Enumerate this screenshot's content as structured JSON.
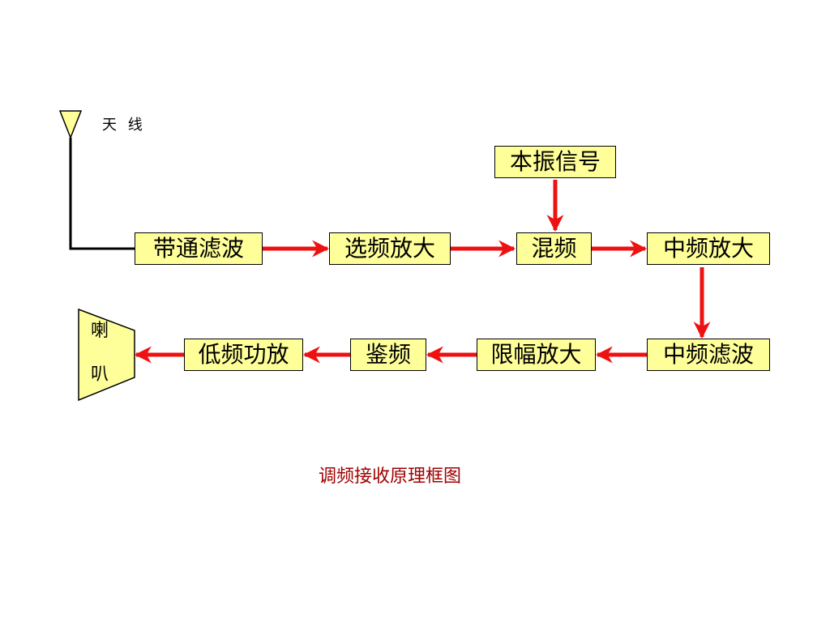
{
  "antenna": {
    "label": "天 线"
  },
  "blocks": {
    "bandpass": "带通滤波",
    "rf_amp": "选频放大",
    "local_osc": "本振信号",
    "mixer": "混频",
    "if_amp": "中频放大",
    "if_filter": "中频滤波",
    "limiter": "限幅放大",
    "discriminator": "鉴频",
    "power_amp": "低频功放"
  },
  "speaker": {
    "line1": "喇",
    "line2": "叭"
  },
  "caption": "调频接收原理框图",
  "colors": {
    "arrow": "#ee1111",
    "block_fill": "#ffff99",
    "caption": "#a00000",
    "wire": "#000000"
  }
}
